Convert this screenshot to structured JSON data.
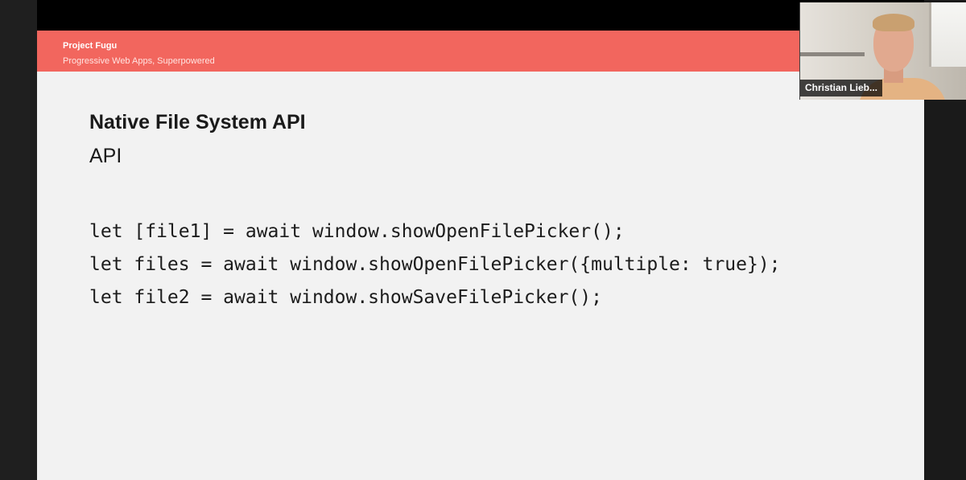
{
  "header": {
    "title": "Project Fugu",
    "subtitle": "Progressive Web Apps, Superpowered"
  },
  "slide": {
    "title": "Native File System API",
    "subtitle": "API",
    "code_lines": [
      "let [file1] = await window.showOpenFilePicker();",
      "let files = await window.showOpenFilePicker({multiple: true});",
      "let file2 = await window.showSaveFilePicker();"
    ]
  },
  "participant": {
    "name": "Christian Lieb..."
  },
  "colors": {
    "header_accent": "#f2665e",
    "slide_background": "#f2f2f2",
    "screen_background": "#1f1f1f"
  }
}
